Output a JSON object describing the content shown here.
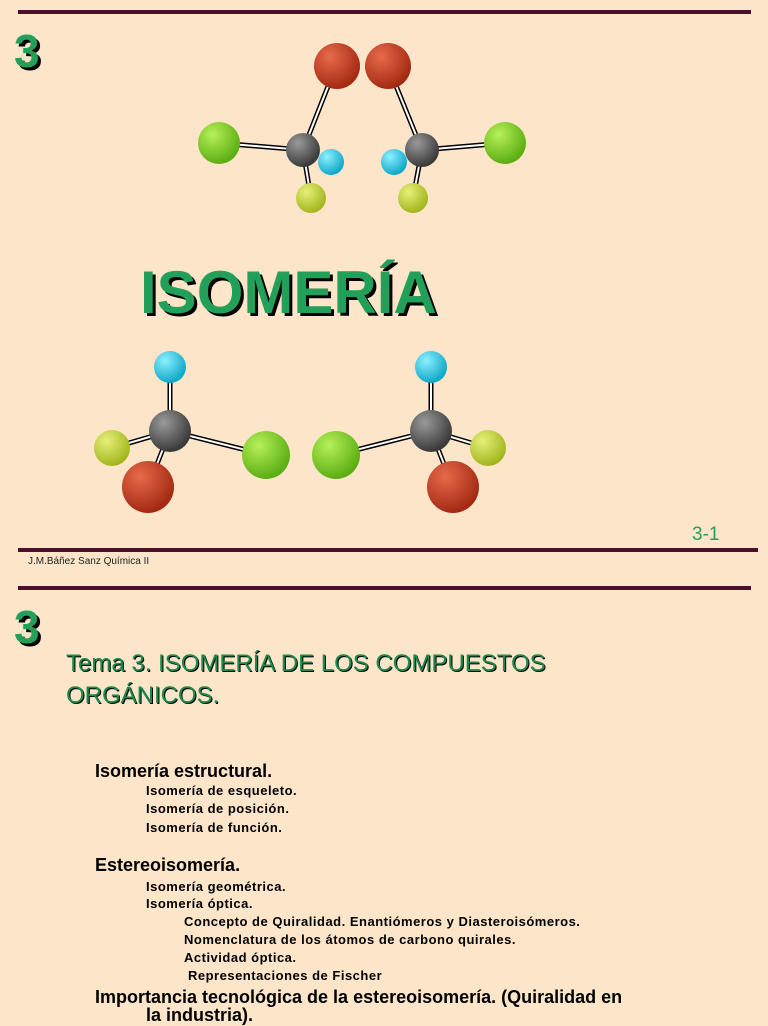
{
  "slide1": {
    "number": "3",
    "title": "ISOMERÍA",
    "page_label": "3-1",
    "footer": "J.M.Báñez Sanz Química II"
  },
  "slide2": {
    "number": "3",
    "tema": "Tema 3. ISOMERÍA DE LOS COMPUESTOS ORGÁNICOS.",
    "outline": {
      "s1": "Isomería estructural.",
      "s1_a": "Isomería de esqueleto.",
      "s1_b": "Isomería de posición.",
      "s1_c": "Isomería de función.",
      "s2": "Estereoisomería.",
      "s2_a": "Isomería geométrica.",
      "s2_b": "Isomería óptica.",
      "s2_b1": "Concepto de Quiralidad. Enantiómeros y Diasteroisómeros.",
      "s2_b2": "Nomenclatura de los átomos de carbono quirales.",
      "s2_b3": "Actividad óptica.",
      "s2_b4": "Representaciones de Fischer",
      "s3_line1": "Importancia tecnológica de la estereoisomería. (Quiralidad en",
      "s3_line2": "la industria)."
    }
  },
  "colors": {
    "background": "#fce5c9",
    "rule": "#4a0f2a",
    "title_green": "#22a05a",
    "carbon": "#555555",
    "oxygen_red": "#c0361c",
    "chlorine_green": "#7fd21f",
    "fluorine_yellow": "#c6d934",
    "hydrogen_cyan": "#20c8e6"
  }
}
